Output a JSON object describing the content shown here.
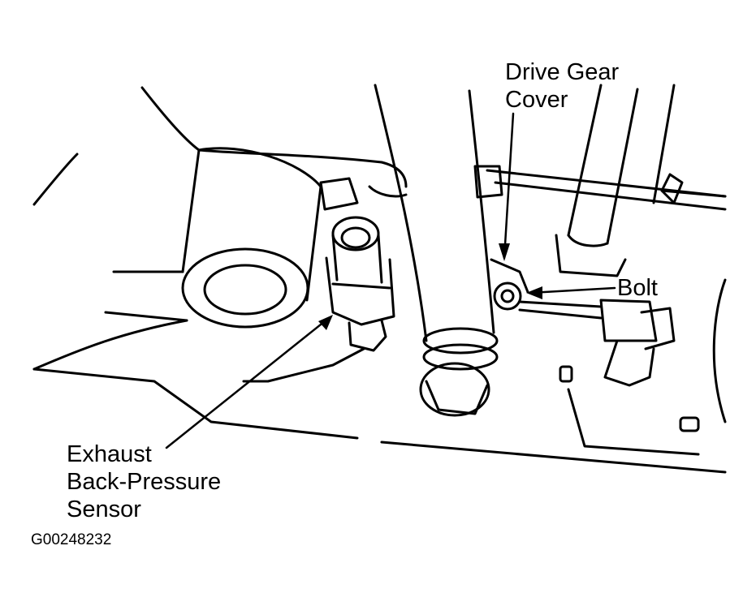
{
  "labels": {
    "drive_gear_cover": [
      "Drive Gear",
      "Cover"
    ],
    "bolt": "Bolt",
    "exhaust_sensor": [
      "Exhaust",
      "Back-Pressure",
      "Sensor"
    ]
  },
  "figure_id": "G00248232",
  "colors": {
    "ink": "#000000",
    "paper": "#ffffff"
  }
}
